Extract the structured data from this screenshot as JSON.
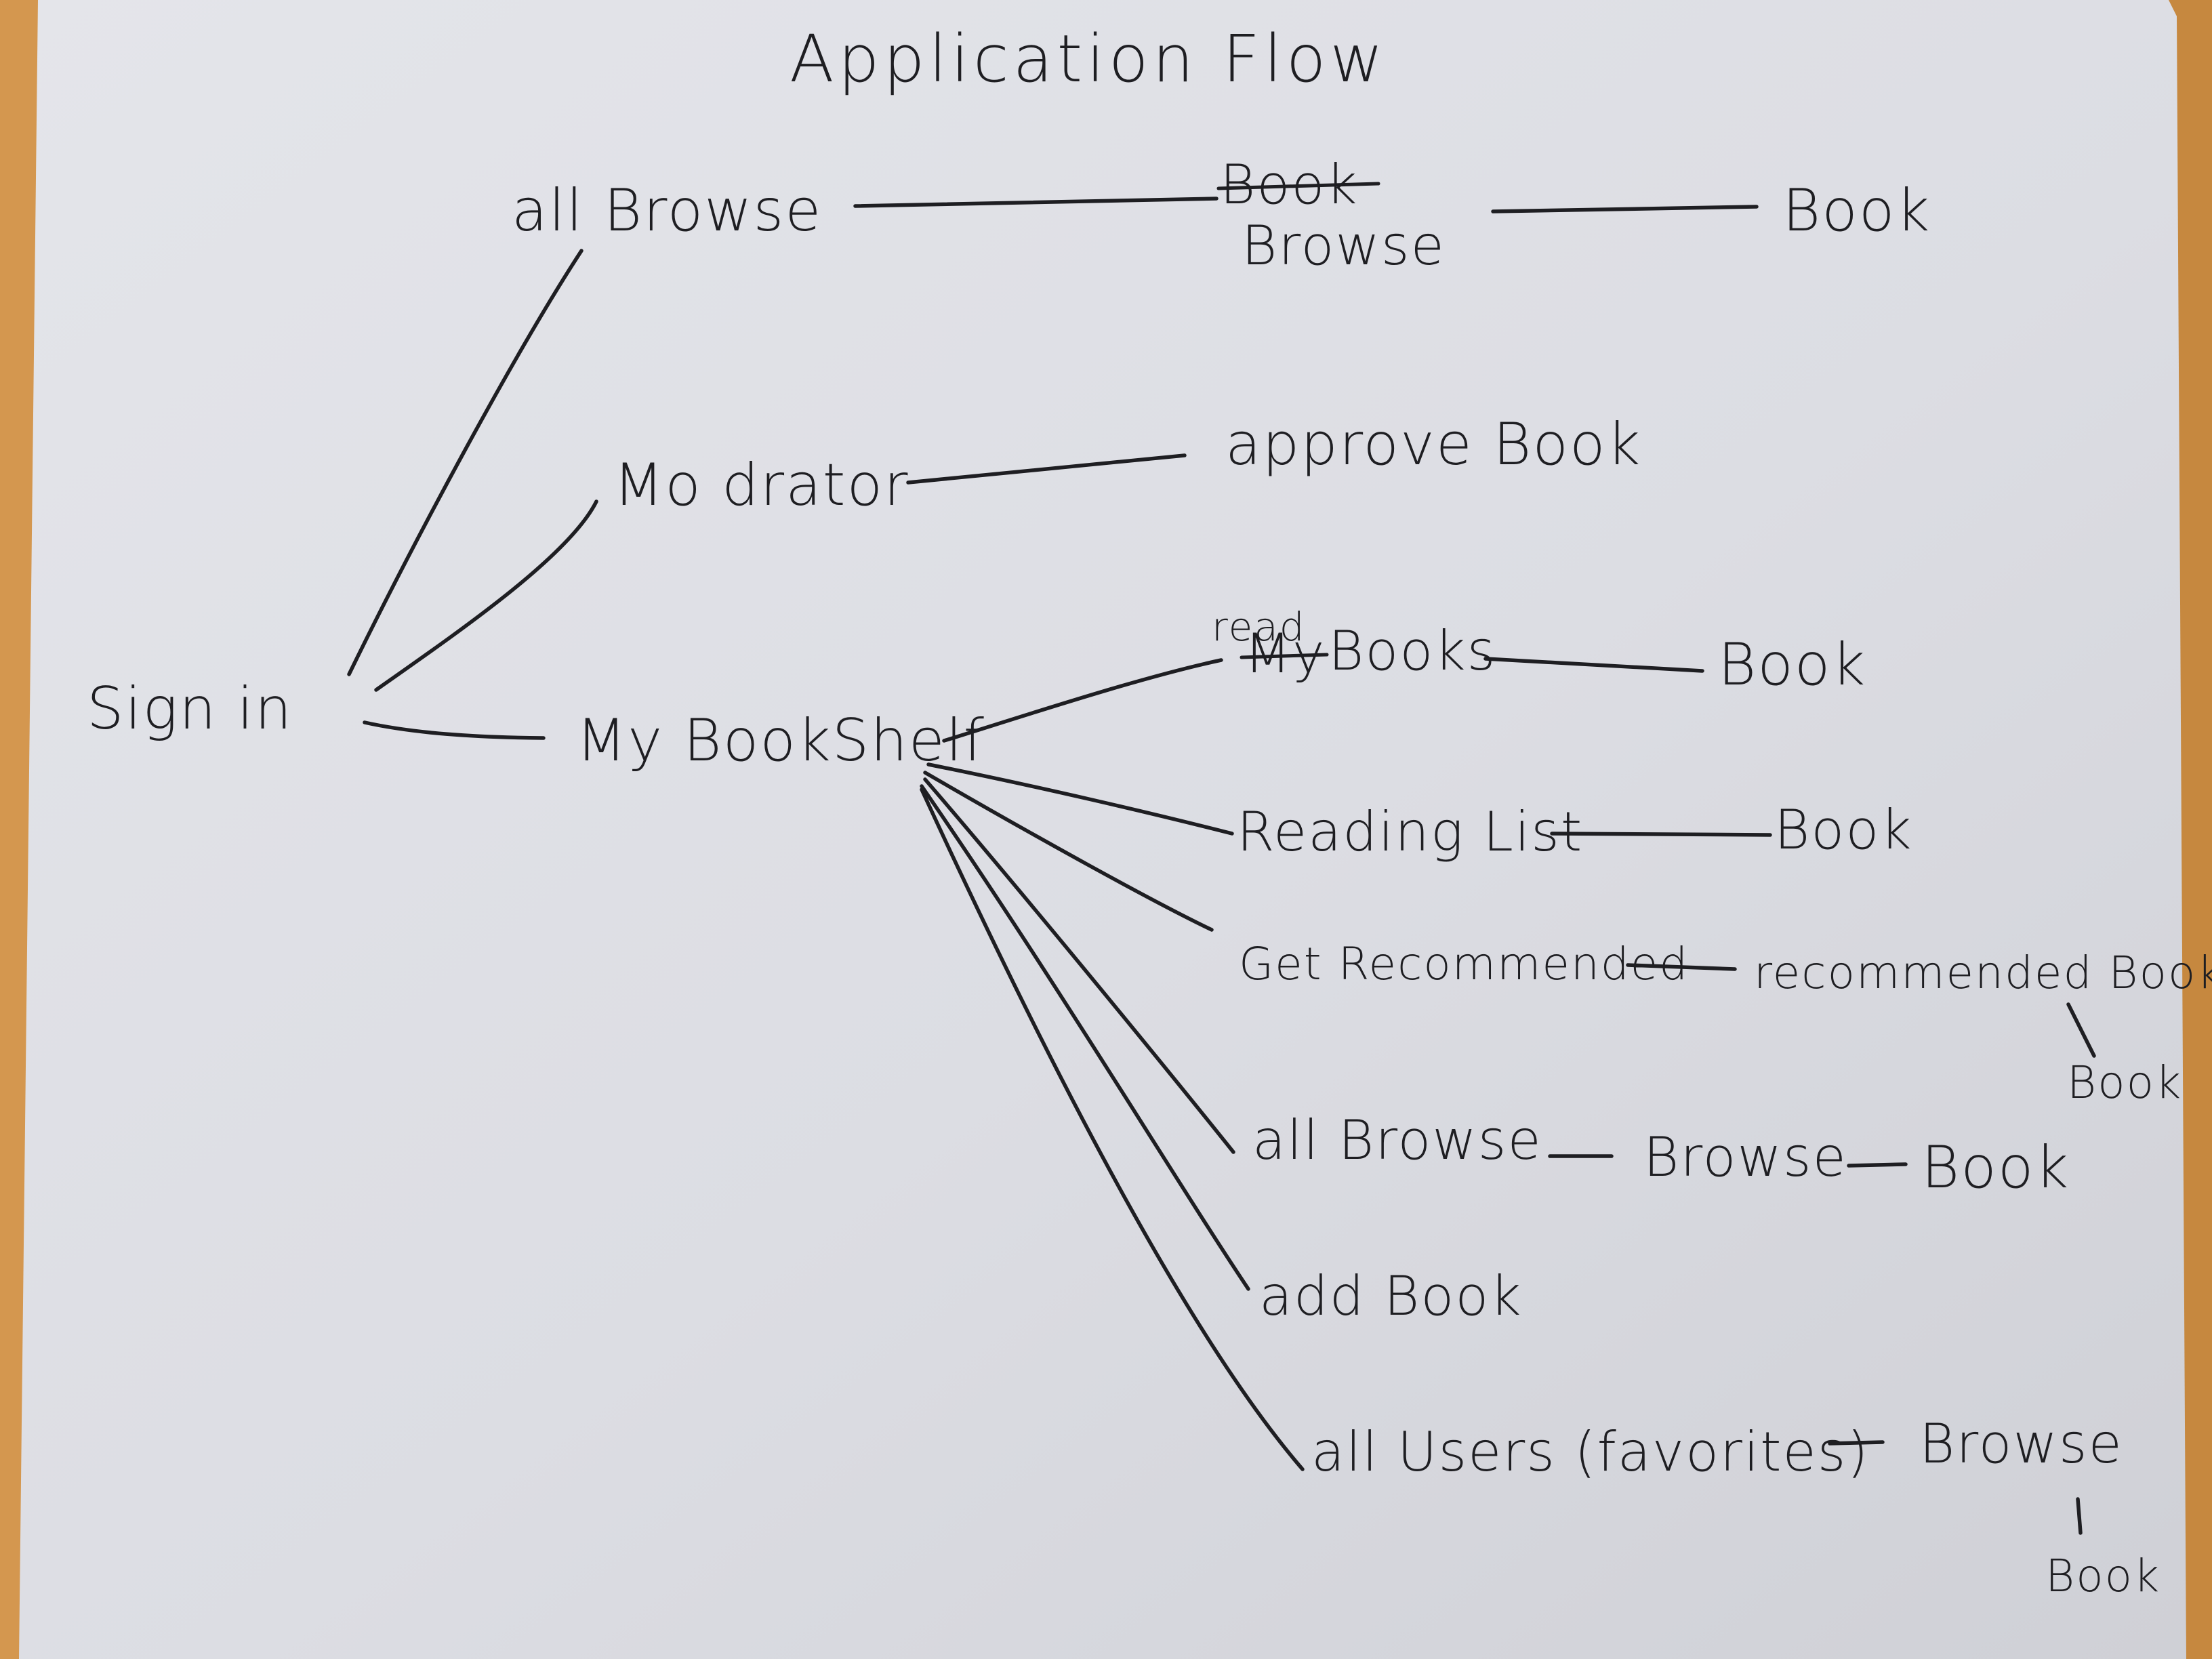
{
  "title": "Application Flow",
  "nodes": {
    "sign_in": "Sign in",
    "all_browse_top": "all Browse",
    "book_struck_top": "Book",
    "browse_top": "Browse",
    "book_top": "Book",
    "moderator": "Mo drator",
    "approve_book": "approve Book",
    "my_bookshelf": "My BookShelf",
    "read_insert": "read",
    "my_struck": "My",
    "books": "Books",
    "book_after_read": "Book",
    "reading_list": "Reading List",
    "book_after_reading_list": "Book",
    "get_recommended": "Get Recommended",
    "recommended_book": "recommended Book",
    "book_after_recommended": "Book",
    "all_browse_lower": "all Browse",
    "browse_lower": "Browse",
    "book_after_browse_lower": "Book",
    "add_book": "add Book",
    "all_users": "all Users (favorites)",
    "browse_users": "Browse",
    "book_after_users": "Book"
  }
}
